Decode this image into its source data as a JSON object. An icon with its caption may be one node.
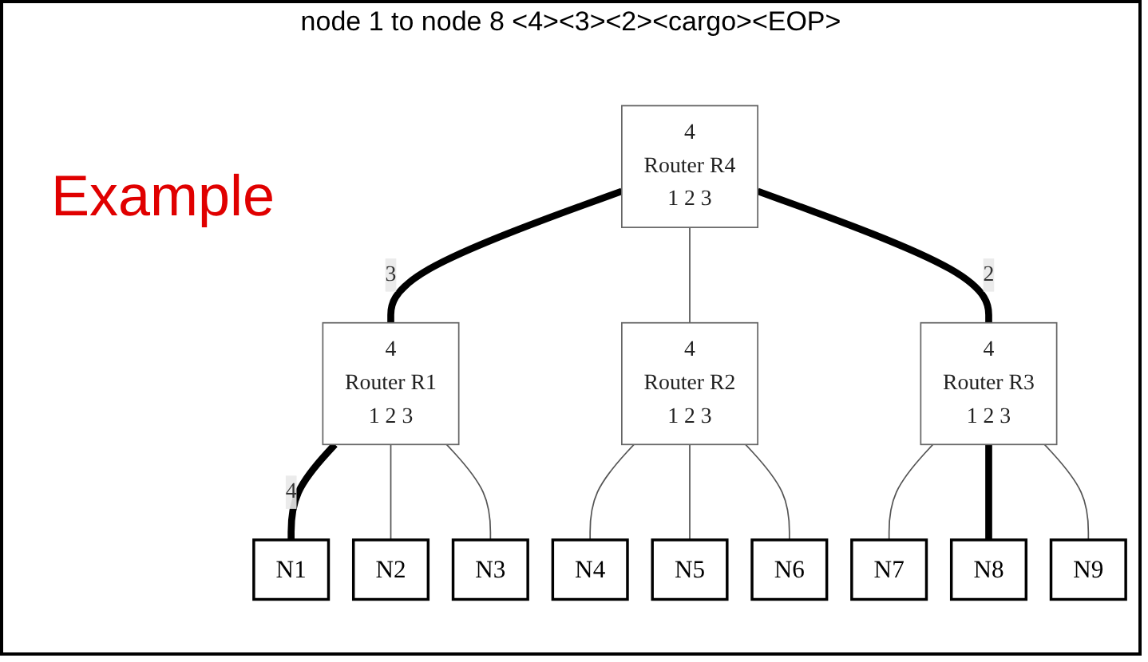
{
  "diagram": {
    "title": "node 1 to node 8 <4><3><2><cargo><EOP>",
    "nodes": [
      {
        "text": [
          "4",
          "Router R4",
          "1 2 3"
        ]
      },
      {
        "text": [
          "4",
          "Router R1",
          "1 2 3"
        ]
      },
      {
        "text": [
          "4",
          "Router R2",
          "1 2 3"
        ]
      },
      {
        "text": [
          "4",
          "Router R3",
          "1 2 3"
        ]
      },
      {
        "text": [
          "N1"
        ]
      },
      {
        "text": [
          "N2"
        ]
      },
      {
        "text": [
          "N3"
        ]
      },
      {
        "text": [
          "N4"
        ]
      },
      {
        "text": [
          "N5"
        ]
      },
      {
        "text": [
          "N6"
        ]
      },
      {
        "text": [
          "N7"
        ]
      },
      {
        "text": [
          "N8"
        ]
      },
      {
        "text": [
          "N9"
        ]
      }
    ],
    "edges": [
      {
        "from": 0,
        "to": 1,
        "arrow": "none",
        "label": "3",
        "style": "thick"
      },
      {
        "from": 0,
        "to": 2,
        "arrow": "none"
      },
      {
        "from": 0,
        "to": 3,
        "arrow": "none",
        "label": "2",
        "style": "thick"
      },
      {
        "from": 1,
        "to": 4,
        "arrow": "none",
        "label": "4",
        "style": "thick"
      },
      {
        "from": 1,
        "to": 5,
        "arrow": "none"
      },
      {
        "from": 1,
        "to": 6,
        "arrow": "none"
      },
      {
        "from": 2,
        "to": 7,
        "arrow": "none"
      },
      {
        "from": 2,
        "to": 8,
        "arrow": "none"
      },
      {
        "from": 2,
        "to": 9,
        "arrow": "none"
      },
      {
        "from": 3,
        "to": 10,
        "arrow": "none"
      },
      {
        "from": 3,
        "to": 11,
        "arrow": "none",
        "style": "thick"
      },
      {
        "from": 3,
        "to": 12,
        "arrow": "none"
      }
    ],
    "labels": [
      "Example"
    ]
  }
}
